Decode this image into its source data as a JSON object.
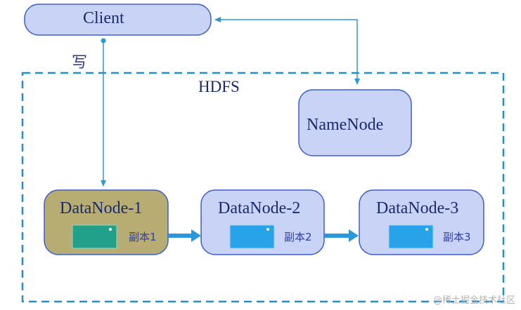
{
  "client": {
    "label": "Client"
  },
  "write_label": "写",
  "hdfs": {
    "label": "HDFS"
  },
  "namenode": {
    "label": "NameNode"
  },
  "datanodes": [
    {
      "label": "DataNode-1",
      "replica": "副本1"
    },
    {
      "label": "DataNode-2",
      "replica": "副本2"
    },
    {
      "label": "DataNode-3",
      "replica": "副本3"
    }
  ],
  "watermark": "@稀土掘金技术社区",
  "colors": {
    "node_fill": "#c9d3f5",
    "node_border": "#3a5ed0",
    "datanode1_fill": "#b7ad72",
    "hdfs_border": "#1f8fd0",
    "arrow": "#2a98d8",
    "block_teal": "#23a08a",
    "block_blue": "#27a3ea"
  }
}
